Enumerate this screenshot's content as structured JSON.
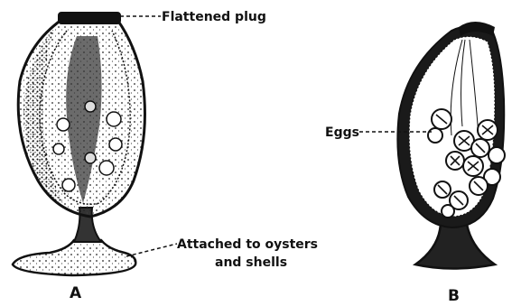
{
  "labels": {
    "plug": "Flattened plug",
    "attached_line1": "Attached to oysters",
    "attached_line2": "and shells",
    "eggs": "Eggs",
    "panel_a": "A",
    "panel_b": "B"
  },
  "colors": {
    "ink": "#111111",
    "paper": "#ffffff",
    "shade": "#555555"
  }
}
